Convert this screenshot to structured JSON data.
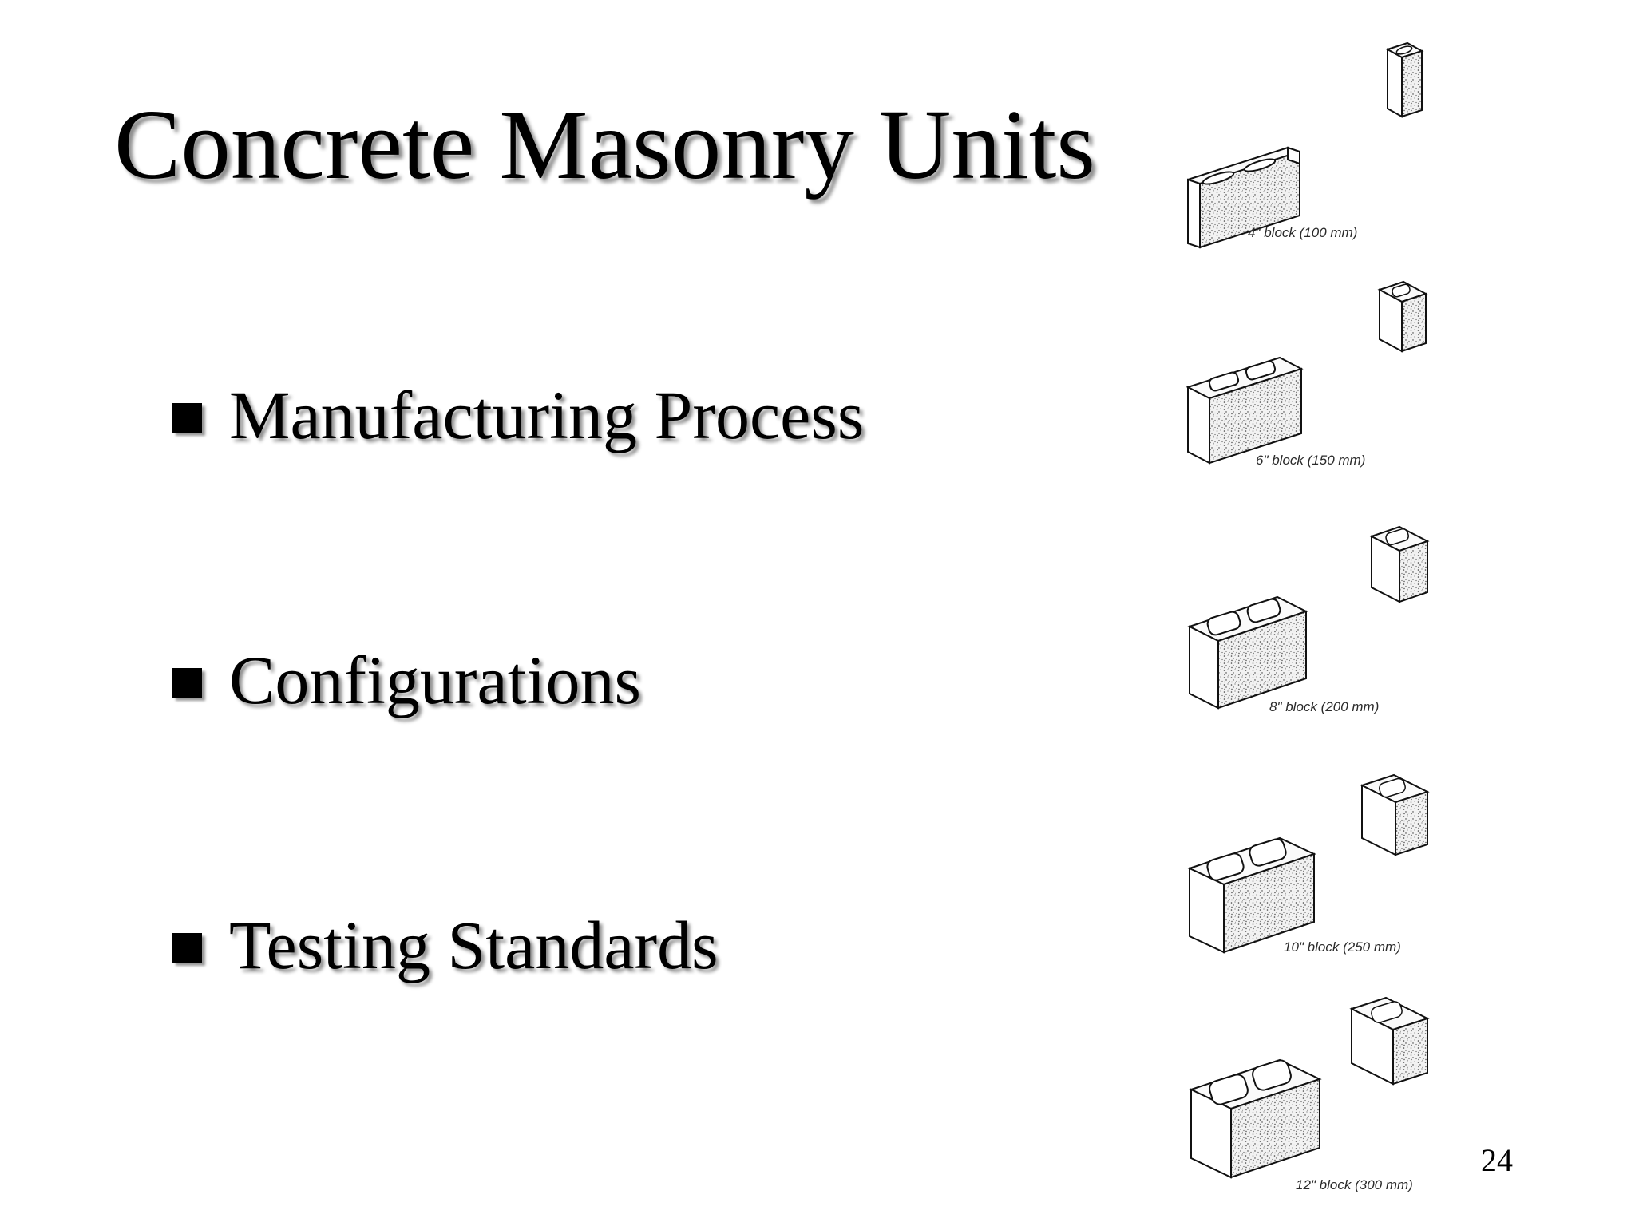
{
  "slide": {
    "title": "Concrete Masonry Units",
    "bullets": [
      {
        "text": "Manufacturing Process"
      },
      {
        "text": "Configurations"
      },
      {
        "text": "Testing Standards"
      }
    ],
    "page_number": "24"
  },
  "illustration": {
    "captions": [
      "4\" block (100 mm)",
      "6\" block (150 mm)",
      "8\" block (200 mm)",
      "10\" block (250 mm)",
      "12\" block (300 mm)"
    ]
  },
  "icons": {
    "bullet": "black-square-bullet",
    "blocks": "concrete-block-drawing"
  },
  "colors": {
    "background": "#ffffff",
    "text": "#000000",
    "shadow": "#8f8f8f"
  }
}
